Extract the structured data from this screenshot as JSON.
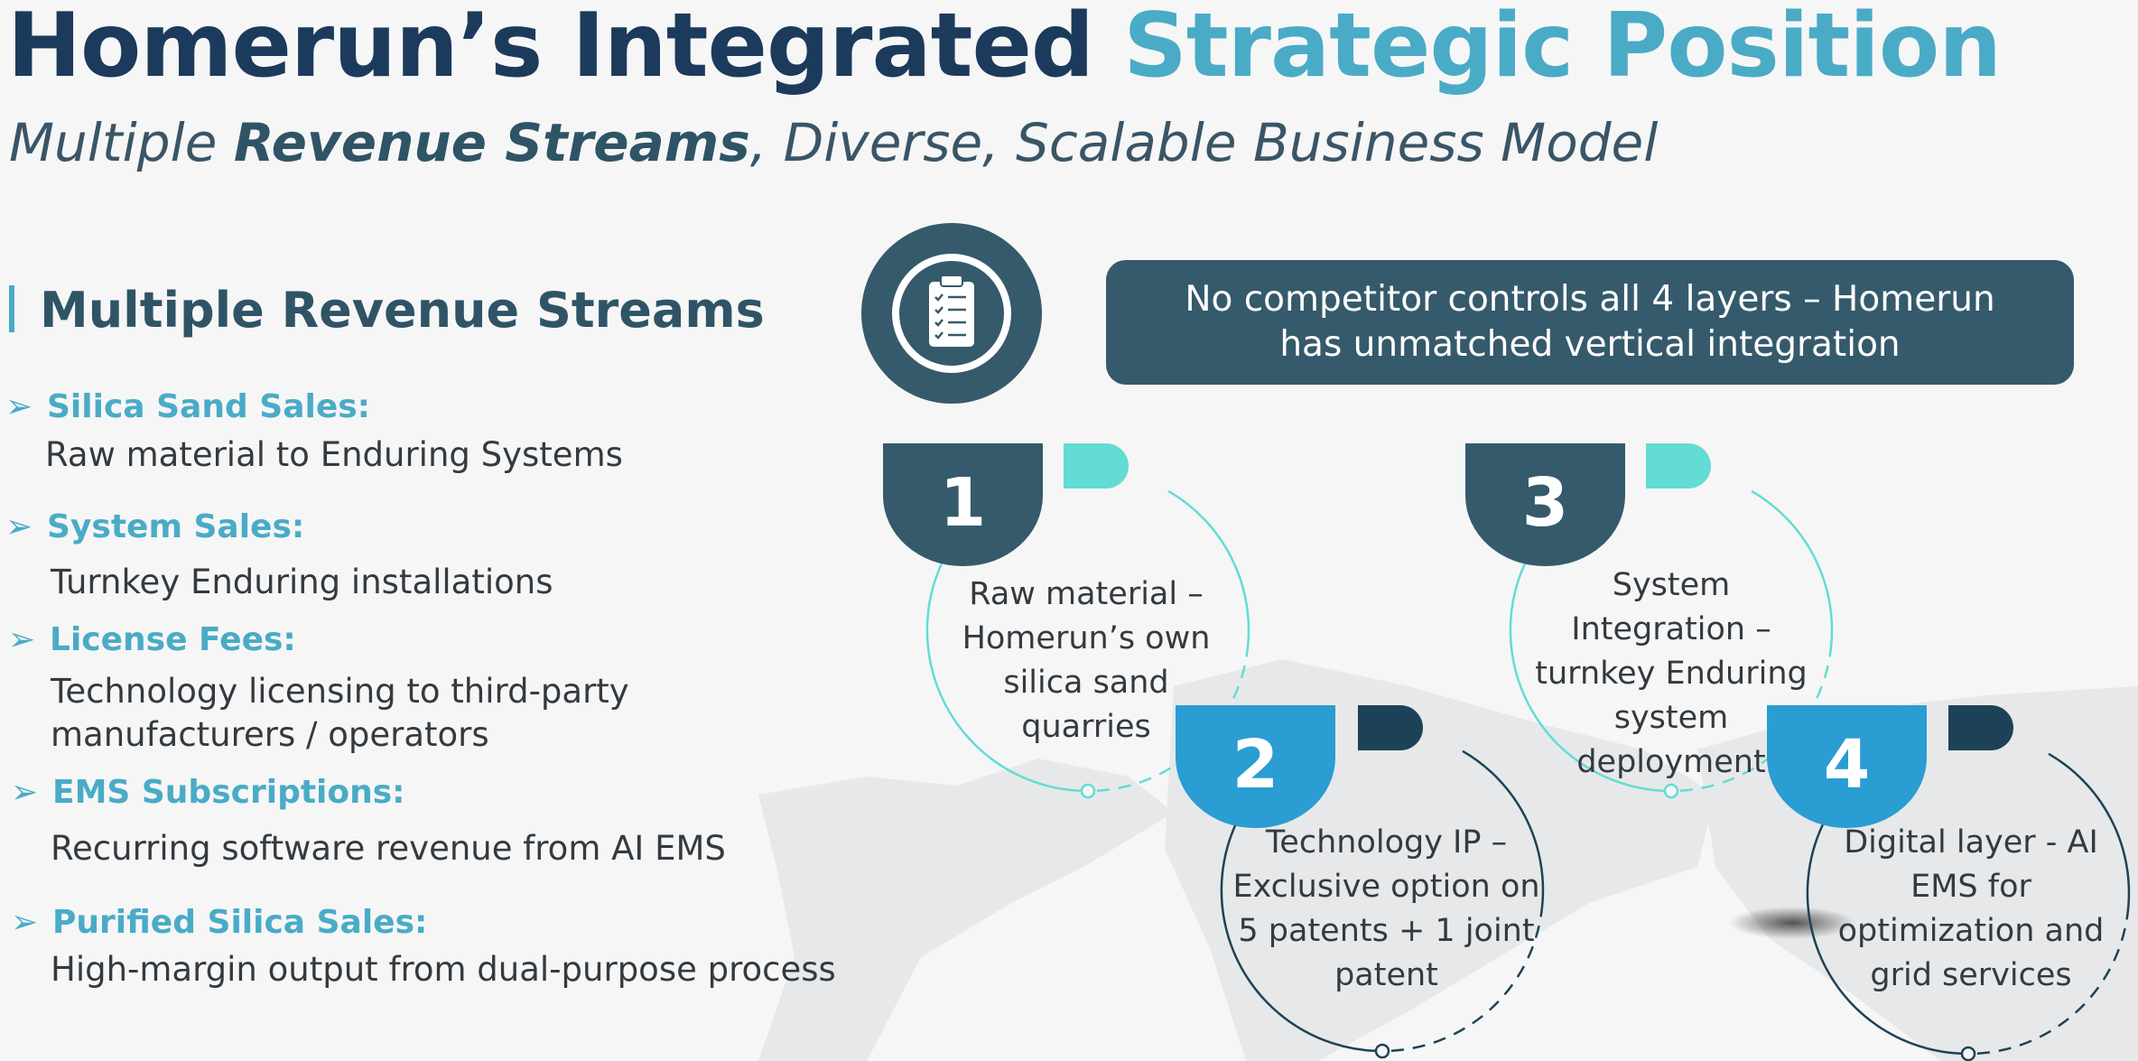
{
  "title": {
    "part1": "Homerun’s Integrated",
    "part2": "Strategic Position"
  },
  "subtitle": {
    "pre": "Multiple ",
    "bold": "Revenue Streams",
    "post": ", Diverse, Scalable Business Model"
  },
  "revenue": {
    "heading": "Multiple Revenue Streams",
    "items": [
      {
        "title": "Silica Sand Sales:",
        "desc": "Raw material to Enduring Systems"
      },
      {
        "title": "System Sales:",
        "desc": "Turnkey Enduring installations"
      },
      {
        "title": "License Fees:",
        "desc": "Technology licensing to third-party manufacturers / operators"
      },
      {
        "title": "EMS Subscriptions:",
        "desc": "Recurring software revenue from AI EMS"
      },
      {
        "title": "Purified Silica Sales:",
        "desc": "High-margin output from dual-purpose process"
      }
    ]
  },
  "banner": {
    "text": "No competitor controls all 4 layers – Homerun has unmatched vertical integration",
    "icon": "clipboard-checklist-icon"
  },
  "layers": [
    {
      "number": "1",
      "text": "Raw material – Homerun’s own silica sand quarries"
    },
    {
      "number": "2",
      "text": "Technology IP – Exclusive option on 5 patents + 1 joint patent"
    },
    {
      "number": "3",
      "text": "System Integration – turnkey Enduring system deployment"
    },
    {
      "number": "4",
      "text": "Digital layer - AI EMS for optimization and grid services"
    }
  ],
  "colors": {
    "navy": "#1c3a5c",
    "teal": "#4aabc7",
    "slate": "#355a6b",
    "blue": "#2a9dd3",
    "mint": "#62dcd5"
  }
}
